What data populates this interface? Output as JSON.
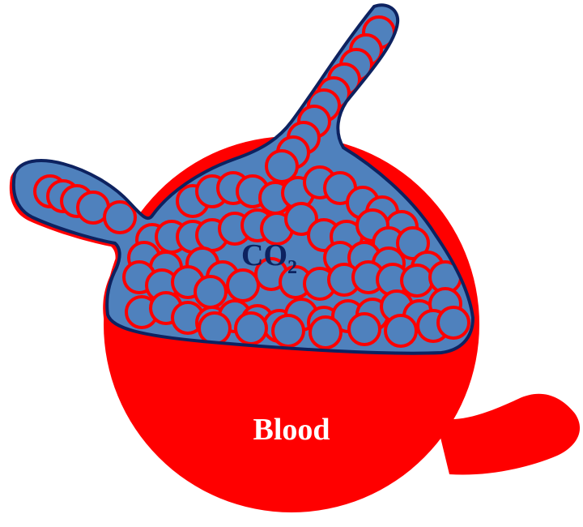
{
  "diagram": {
    "gas_label": {
      "main": "CO",
      "subscript": "2"
    },
    "blood_label": "Blood"
  },
  "colors": {
    "blood": "#ff0000",
    "gas_fill": "#4f81bd",
    "gas_outline": "#0d2260",
    "bubble_outline": "#ff0000",
    "blood_text": "#ffffff",
    "gas_text": "#0d2260",
    "background": "#ffffff"
  }
}
